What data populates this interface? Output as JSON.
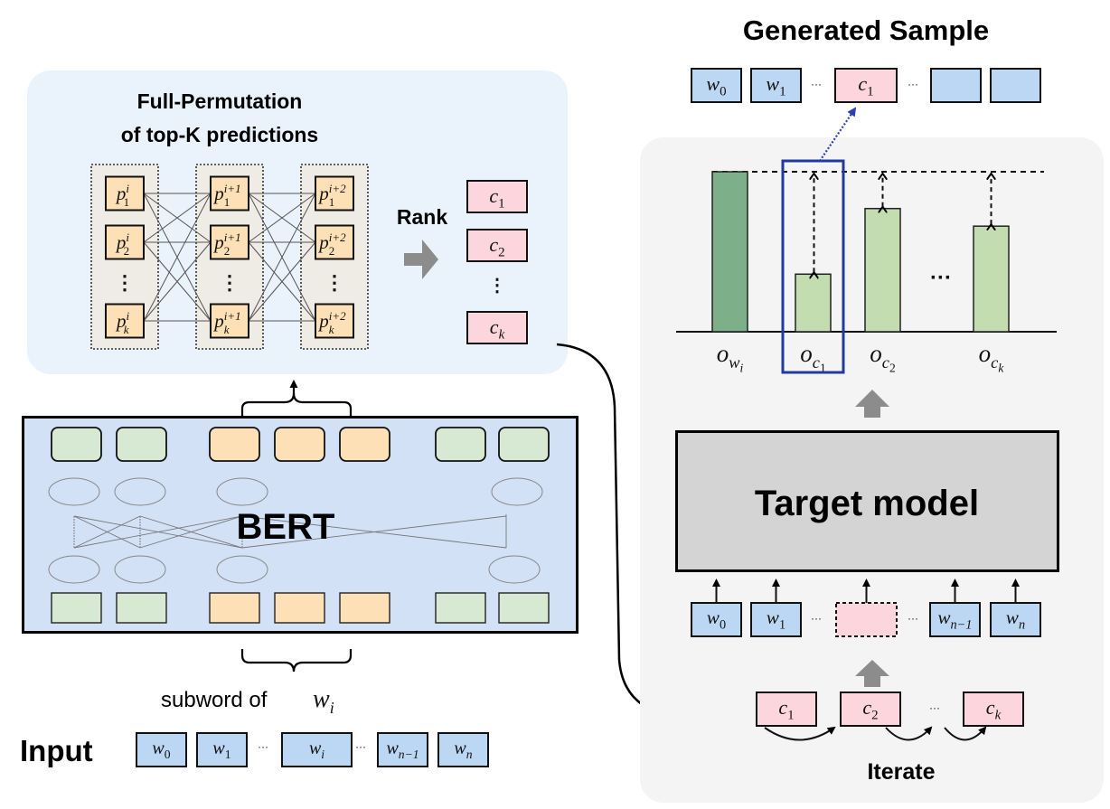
{
  "left_panel": {
    "title_line1": "Full-Permutation",
    "title_line2": "of top-K predictions",
    "columns": [
      {
        "superscript": "i",
        "items": [
          {
            "sub": "1"
          },
          {
            "sub": "2"
          },
          {
            "sub": "k"
          }
        ]
      },
      {
        "superscript": "i+1",
        "items": [
          {
            "sub": "1"
          },
          {
            "sub": "2"
          },
          {
            "sub": "k"
          }
        ]
      },
      {
        "superscript": "i+2",
        "items": [
          {
            "sub": "1"
          },
          {
            "sub": "2"
          },
          {
            "sub": "k"
          }
        ]
      }
    ],
    "token_symbol": "p",
    "vdots": "⋮",
    "rank_label": "Rank",
    "candidates": [
      {
        "base": "c",
        "sub": "1"
      },
      {
        "base": "c",
        "sub": "2"
      },
      {
        "base": "c",
        "sub": "k"
      }
    ]
  },
  "bert": {
    "label": "BERT",
    "top_tokens": [
      "context",
      "context",
      "subword",
      "subword",
      "subword",
      "context",
      "context"
    ],
    "bottom_tokens": [
      "context",
      "context",
      "subword",
      "subword",
      "subword",
      "context",
      "context"
    ]
  },
  "subword_label": {
    "text": "subword of",
    "math_base": "w",
    "math_sub": "i"
  },
  "input": {
    "label": "Input",
    "tokens": [
      {
        "base": "w",
        "sub": "0"
      },
      {
        "base": "w",
        "sub": "1"
      },
      {
        "base": "w",
        "sub": "i"
      },
      {
        "base": "w",
        "sub": "n−1"
      },
      {
        "base": "w",
        "sub": "n"
      }
    ],
    "ellipsis": "···"
  },
  "generated_sample": {
    "title": "Generated Sample",
    "tokens": [
      {
        "base": "w",
        "sub": "0",
        "kind": "word"
      },
      {
        "base": "w",
        "sub": "1",
        "kind": "word"
      },
      {
        "base": "c",
        "sub": "1",
        "kind": "candidate"
      },
      {
        "base": "",
        "sub": "",
        "kind": "word"
      },
      {
        "base": "",
        "sub": "",
        "kind": "word"
      }
    ],
    "ellipsis": "···"
  },
  "chart_data": {
    "type": "bar",
    "title": "",
    "xlabel": "",
    "ylabel": "",
    "categories": [
      {
        "base": "o",
        "sub": "w",
        "subsub": "i"
      },
      {
        "base": "o",
        "sub": "c",
        "subsub": "1"
      },
      {
        "base": "o",
        "sub": "c",
        "subsub": "2"
      },
      {
        "base": "o",
        "sub": "c",
        "subsub": "k"
      }
    ],
    "values": [
      1.0,
      0.36,
      0.77,
      0.66
    ],
    "reference_line": 1.0,
    "highlighted_index": 1,
    "gap_ellipsis": "···",
    "ylim": [
      0,
      1.0
    ],
    "grid": false,
    "colors": {
      "original": "#7daf88",
      "candidate": "#c3ddb0",
      "highlight": "#223aa0"
    }
  },
  "target_model": {
    "label": "Target model",
    "inputs": [
      {
        "base": "w",
        "sub": "0"
      },
      {
        "base": "w",
        "sub": "1"
      },
      {
        "base": "",
        "sub": "",
        "kind": "placeholder"
      },
      {
        "base": "w",
        "sub": "n−1"
      },
      {
        "base": "w",
        "sub": "n"
      }
    ],
    "ellipsis": "···"
  },
  "iterate": {
    "label": "Iterate",
    "candidates": [
      {
        "base": "c",
        "sub": "1"
      },
      {
        "base": "c",
        "sub": "2"
      },
      {
        "base": "c",
        "sub": "k"
      }
    ],
    "ellipsis": "···"
  },
  "colors": {
    "left_panel_bg": "#eaf2fb",
    "right_panel_bg": "#f4f4f4",
    "bert_bg": "#d3e1f7",
    "orange_token": "#fde0b6",
    "green_token": "#d8e9d3",
    "pink_token": "#fdd6dd",
    "blue_token": "#bcd7f3",
    "target_bg": "#d4d4d4",
    "gray_arrow": "#8c8c8c",
    "dotted_link": "#2b3fb0"
  }
}
